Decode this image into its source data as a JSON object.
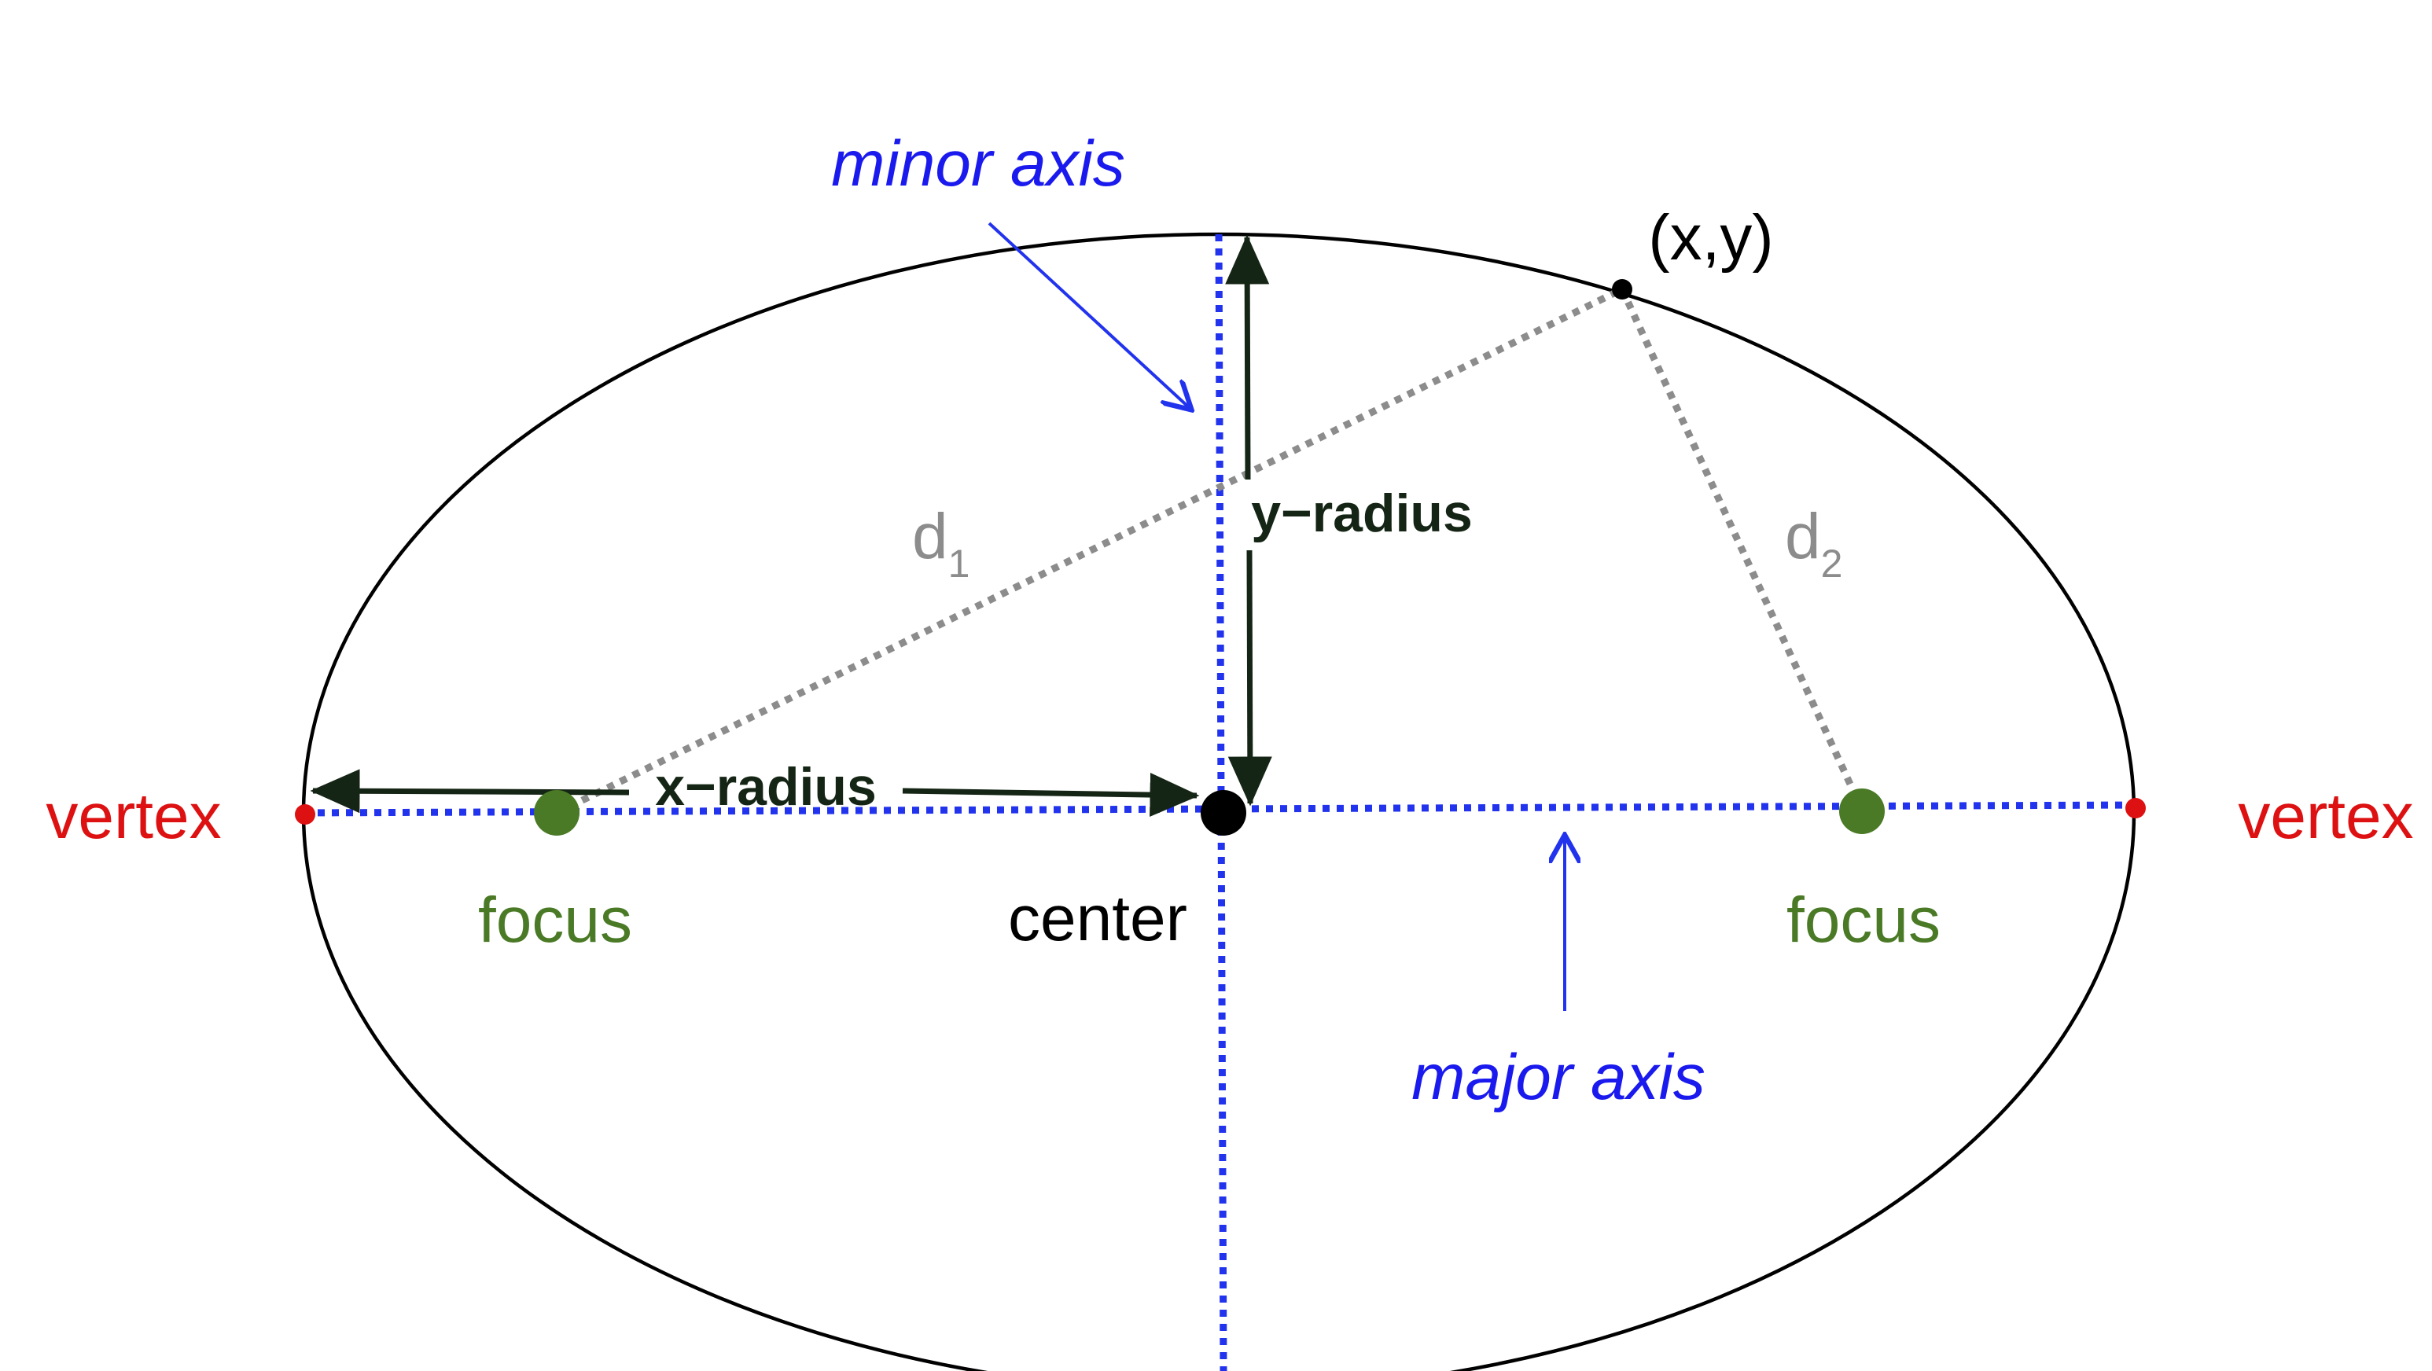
{
  "labels": {
    "minor_axis": "minor axis",
    "major_axis": "major axis",
    "point": "(x,y)",
    "d1_base": "d",
    "d1_sub": "1",
    "d2_base": "d",
    "d2_sub": "2",
    "y_radius": "y−radius",
    "x_radius": "x−radius",
    "vertex_left": "vertex",
    "vertex_right": "vertex",
    "focus_left": "focus",
    "focus_right": "focus",
    "center": "center"
  },
  "colors": {
    "axis_blue": "#2233ee",
    "label_blue": "#1a1aee",
    "vertex_red": "#dd1111",
    "focus_green": "#4a7a26",
    "distance_gray": "#8c8c8c",
    "radius_dark": "#152515",
    "outline": "#000000"
  }
}
